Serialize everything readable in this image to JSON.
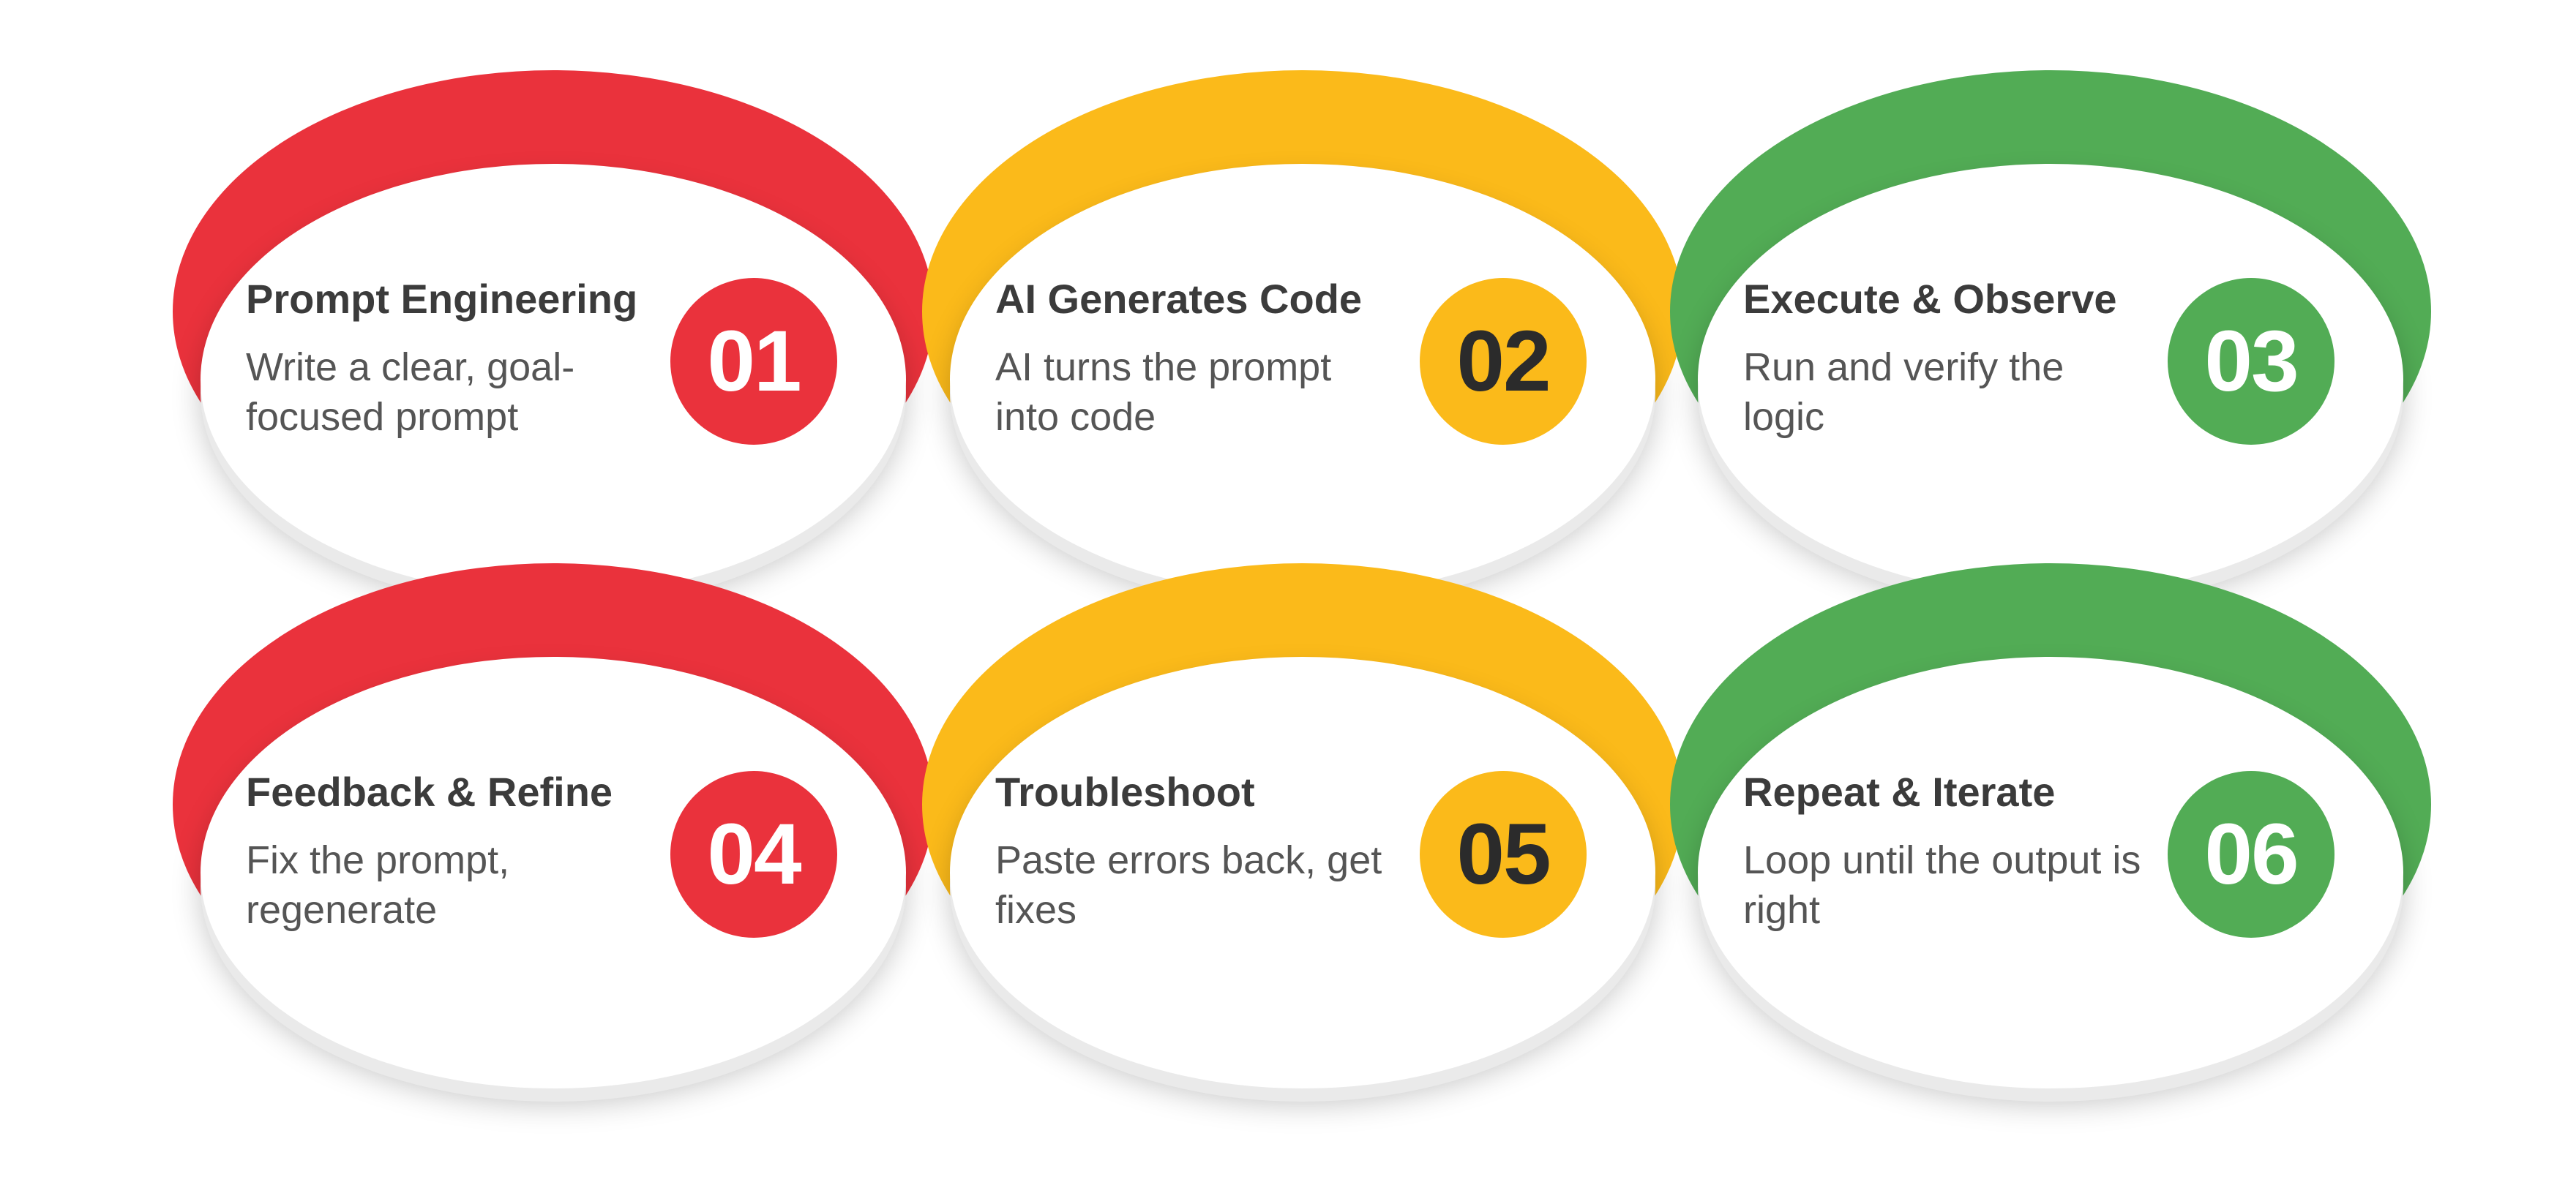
{
  "colors": {
    "red": "#ea323c",
    "yellow": "#fbba1a",
    "green": "#52ac55",
    "number_light": "#ffffff",
    "number_dark": "#2b2b2b"
  },
  "steps": [
    {
      "number": "01",
      "title": "Prompt Engineering",
      "description": "Write a clear, goal-focused prompt",
      "color": "red",
      "number_tone": "light"
    },
    {
      "number": "02",
      "title": "AI Generates Code",
      "description": "AI turns the prompt into code",
      "color": "yellow",
      "number_tone": "dark"
    },
    {
      "number": "03",
      "title": "Execute & Observe",
      "description": "Run and verify the logic",
      "color": "green",
      "number_tone": "light"
    },
    {
      "number": "04",
      "title": "Feedback & Refine",
      "description": "Fix the prompt, regenerate",
      "color": "red",
      "number_tone": "light"
    },
    {
      "number": "05",
      "title": "Troubleshoot",
      "description": "Paste errors back, get fixes",
      "color": "yellow",
      "number_tone": "dark"
    },
    {
      "number": "06",
      "title": "Repeat & Iterate",
      "description": "Loop until the output is right",
      "color": "green",
      "number_tone": "light"
    }
  ]
}
